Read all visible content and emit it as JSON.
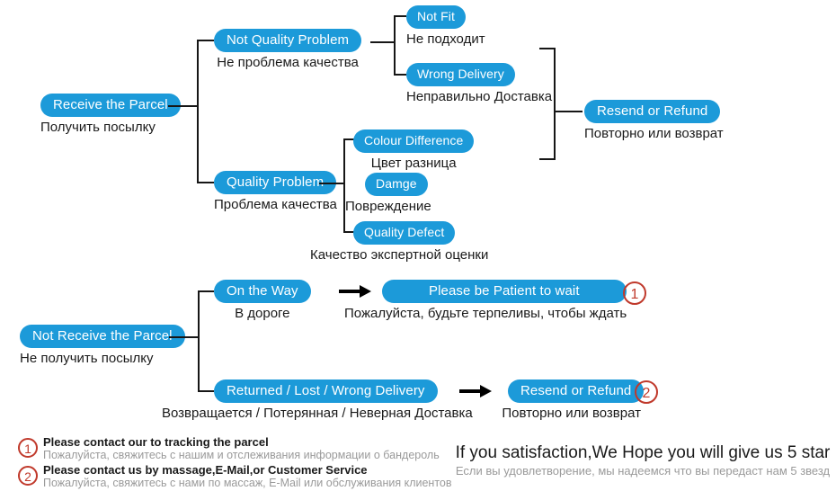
{
  "theme": {
    "pill_blue": "#1c9ad9",
    "line_black": "#161616",
    "marker_red": "#c0392b",
    "muted_gray": "#9a9a9a",
    "text_black": "#1a1a1a",
    "background": "#ffffff"
  },
  "flow_received": {
    "root": {
      "en": "Receive the Parcel",
      "ru": "Получить посылку"
    },
    "branch_not_quality": {
      "en": "Not Quality Problem",
      "ru": "Не проблема качества",
      "children": [
        {
          "en": "Not Fit",
          "ru": "Не подходит"
        },
        {
          "en": "Wrong Delivery",
          "ru": "Неправильно Доставка"
        }
      ]
    },
    "branch_quality": {
      "en": "Quality Problem",
      "ru": "Проблема качества",
      "children": [
        {
          "en": "Colour Difference",
          "ru": "Цвет разница"
        },
        {
          "en": "Damge",
          "ru": "Повреждение"
        },
        {
          "en": "Quality Defect",
          "ru": "Качество экспертной оценки"
        }
      ]
    },
    "outcome": {
      "en": "Resend or Refund",
      "ru": "Повторно или возврат"
    }
  },
  "flow_not_received": {
    "root": {
      "en": "Not Receive the Parcel",
      "ru": "Не получить посылку"
    },
    "branches": [
      {
        "en": "On the Way",
        "ru": "В дороге",
        "outcome": {
          "en": "Please be Patient to wait",
          "ru": "Пожалуйста, будьте терпеливы, чтобы ждать"
        },
        "marker": "1"
      },
      {
        "en": "Returned / Lost / Wrong Delivery",
        "ru": "Возвращается / Потерянная / Неверная Доставка",
        "outcome": {
          "en": "Resend or Refund",
          "ru": "Повторно или возврат"
        },
        "marker": "2"
      }
    ]
  },
  "legend": [
    {
      "marker": "1",
      "en": "Please contact our to tracking the parcel",
      "ru": "Пожалуйста, свяжитесь с нашим и отслеживания информации о бандероль"
    },
    {
      "marker": "2",
      "en": "Please contact us by massage,E-Mail,or Customer Service",
      "ru": "Пожалуйста, свяжитесь с нами по массаж, E-Mail или обслуживания клиентов"
    }
  ],
  "tagline": {
    "en": "If you satisfaction,We Hope you will give us 5 star",
    "ru": "Если вы удовлетворение, мы надеемся что вы передаст нам 5 звезд"
  }
}
